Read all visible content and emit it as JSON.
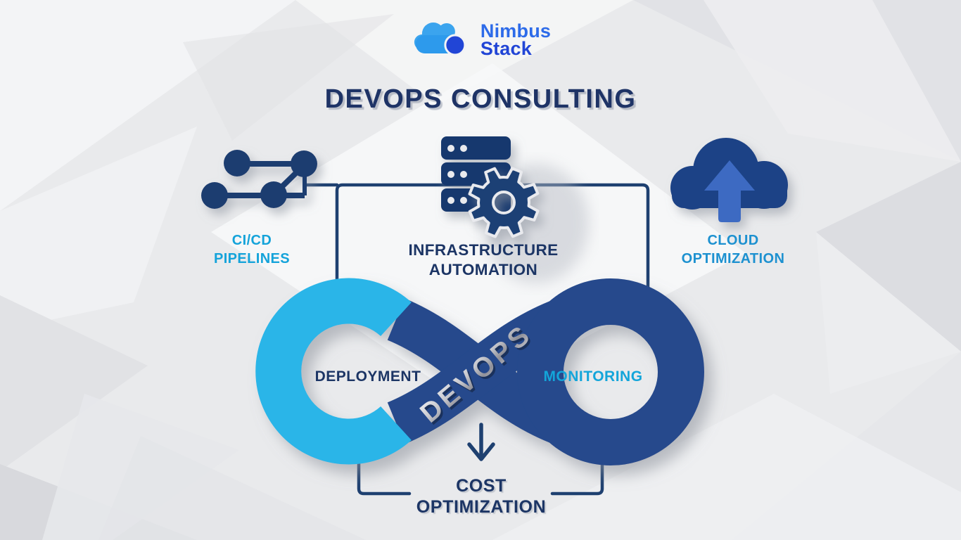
{
  "logo": {
    "brand_top": "Nimbus",
    "brand_bottom": "Stack",
    "icon": "cloud-logo-icon"
  },
  "title": "DEVOPS CONSULTING",
  "features": [
    {
      "id": "cicd",
      "icon": "pipeline-nodes-icon",
      "label_line1": "CI/CD",
      "label_line2": "PIPELINES",
      "label_color": "#14a3da"
    },
    {
      "id": "infrastructure",
      "icon": "server-gear-icon",
      "label_line1": "INFRASTRUCTURE",
      "label_line2": "AUTOMATION",
      "label_color": "#1c3565"
    },
    {
      "id": "cloud",
      "icon": "cloud-upload-icon",
      "label_line1": "CLOUD",
      "label_line2": "OPTIMIZATION",
      "label_color": "#1d91d0"
    }
  ],
  "loop": {
    "center_label": "DEVOPS",
    "left_label": "DEPLOYMENT",
    "right_label": "MONITORING",
    "left_color": "#29b5e8",
    "right_color": "#254a8c"
  },
  "bottom": {
    "icon": "down-arrow-icon",
    "label_line1": "COST",
    "label_line2": "OPTIMIZATION"
  },
  "colors": {
    "navy_text": "#1c3565",
    "cyan_text": "#14a3da",
    "icon_navy": "#1d3e73",
    "loop_cyan": "#29b5e8",
    "loop_navy": "#254a8c",
    "logo_light_blue": "#3ba4ee",
    "logo_royal_blue": "#2145d6",
    "arrow_blue": "#3c6bc2",
    "connector": "#1e4070",
    "background": "#e9eaec"
  }
}
